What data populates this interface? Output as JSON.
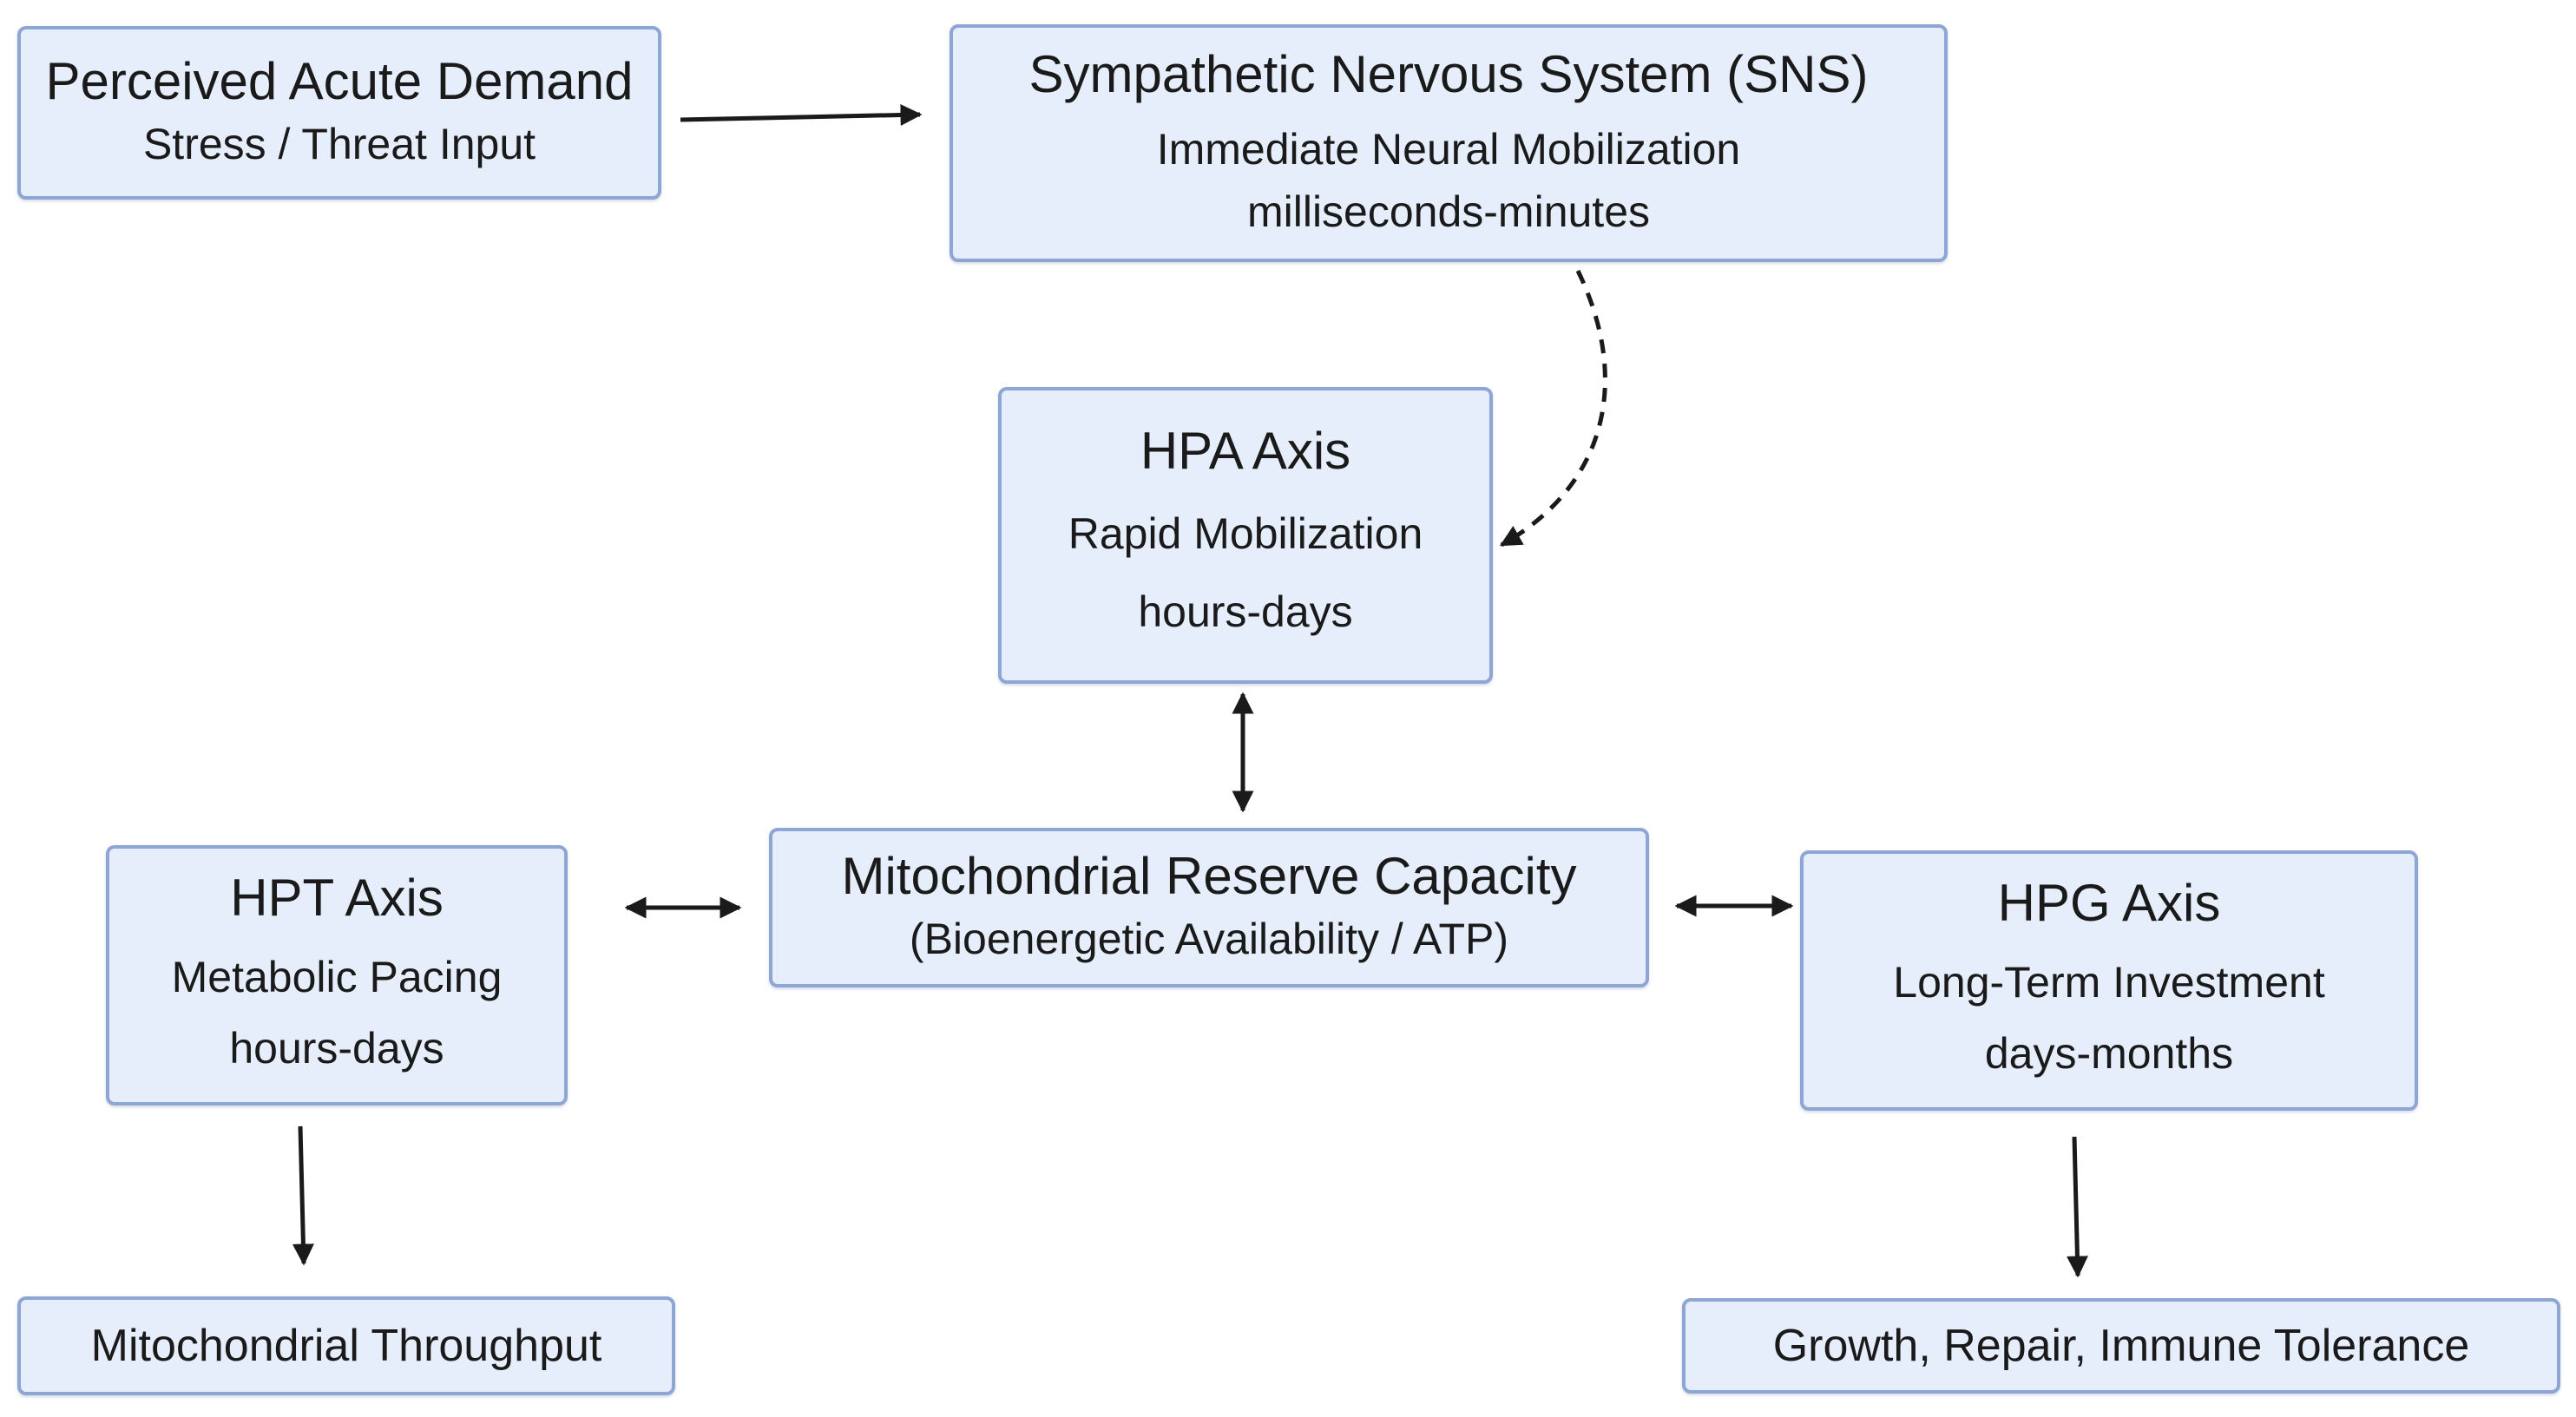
{
  "nodes": {
    "demand": {
      "title": "Perceived Acute Demand",
      "subtitle": "Stress / Threat Input"
    },
    "sns": {
      "title": "Sympathetic Nervous System (SNS)",
      "line1": "Immediate Neural Mobilization",
      "line2": "milliseconds-minutes"
    },
    "hpa": {
      "title": "HPA Axis",
      "line1": "Rapid Mobilization",
      "line2": "hours-days"
    },
    "mito": {
      "title": "Mitochondrial Reserve Capacity",
      "subtitle": "(Bioenergetic Availability / ATP)"
    },
    "hpt": {
      "title": "HPT Axis",
      "line1": "Metabolic Pacing",
      "line2": "hours-days"
    },
    "hpg": {
      "title": "HPG Axis",
      "line1": "Long-Term Investment",
      "line2": "days-months"
    },
    "throughput": {
      "label": "Mitochondrial Throughput"
    },
    "growth": {
      "label": "Growth, Repair, Immune Tolerance"
    }
  },
  "edges": [
    {
      "from": "demand",
      "to": "sns",
      "style": "solid",
      "direction": "forward"
    },
    {
      "from": "sns",
      "to": "hpa",
      "style": "dashed",
      "direction": "forward"
    },
    {
      "from": "hpa",
      "to": "mito",
      "style": "solid",
      "direction": "both"
    },
    {
      "from": "hpt",
      "to": "mito",
      "style": "solid",
      "direction": "both"
    },
    {
      "from": "mito",
      "to": "hpg",
      "style": "solid",
      "direction": "both"
    },
    {
      "from": "hpt",
      "to": "throughput",
      "style": "solid",
      "direction": "forward"
    },
    {
      "from": "hpg",
      "to": "growth",
      "style": "solid",
      "direction": "forward"
    }
  ],
  "colors": {
    "box_fill": "#e6eefb",
    "box_border": "#8ea6d4",
    "arrow": "#1a1a1a"
  }
}
